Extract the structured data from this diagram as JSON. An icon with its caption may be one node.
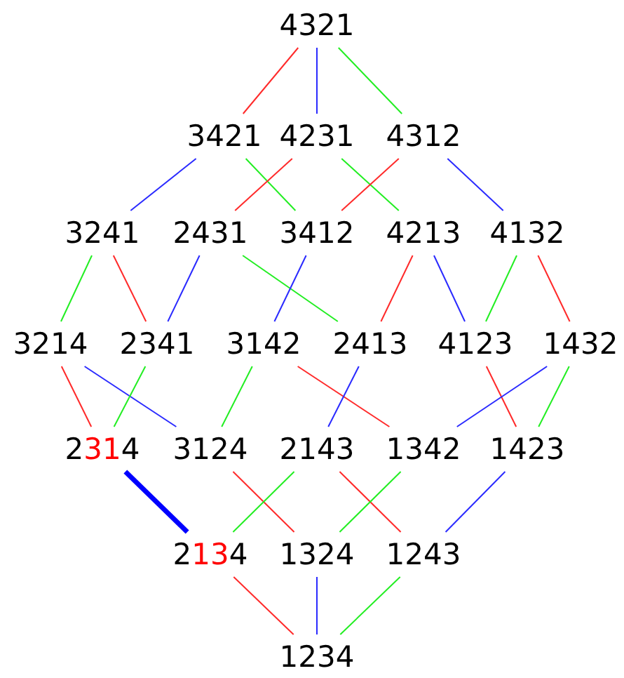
{
  "diagram": {
    "nodes": [
      {
        "text": [
          "4321"
        ]
      },
      {
        "text": [
          "3421"
        ]
      },
      {
        "text": [
          "4231"
        ]
      },
      {
        "text": [
          "4312"
        ]
      },
      {
        "text": [
          "3241"
        ]
      },
      {
        "text": [
          "2431"
        ]
      },
      {
        "text": [
          "3412"
        ]
      },
      {
        "text": [
          "4213"
        ]
      },
      {
        "text": [
          "4132"
        ]
      },
      {
        "text": [
          "3214"
        ]
      },
      {
        "text": [
          "2341"
        ]
      },
      {
        "text": [
          "3142"
        ]
      },
      {
        "text": [
          "2413"
        ]
      },
      {
        "text": [
          "4123"
        ]
      },
      {
        "text": [
          "1432"
        ]
      },
      {
        "text": [
          "2314"
        ]
      },
      {
        "text": [
          "3124"
        ]
      },
      {
        "text": [
          "2143"
        ]
      },
      {
        "text": [
          "1342"
        ]
      },
      {
        "text": [
          "1423"
        ]
      },
      {
        "text": [
          "2134"
        ]
      },
      {
        "text": [
          "1324"
        ]
      },
      {
        "text": [
          "1243"
        ]
      },
      {
        "text": [
          "1234"
        ]
      }
    ],
    "edges": [
      {
        "from": 0,
        "to": 1,
        "arrow": "none",
        "color": "#ff2a2a"
      },
      {
        "from": 0,
        "to": 2,
        "arrow": "none",
        "color": "#2a2aff"
      },
      {
        "from": 0,
        "to": 3,
        "arrow": "none",
        "color": "#22ee22"
      },
      {
        "from": 1,
        "to": 4,
        "arrow": "none",
        "color": "#2a2aff"
      },
      {
        "from": 1,
        "to": 6,
        "arrow": "none",
        "color": "#22ee22"
      },
      {
        "from": 2,
        "to": 5,
        "arrow": "none",
        "color": "#ff2a2a"
      },
      {
        "from": 2,
        "to": 7,
        "arrow": "none",
        "color": "#22ee22"
      },
      {
        "from": 3,
        "to": 6,
        "arrow": "none",
        "color": "#ff2a2a"
      },
      {
        "from": 3,
        "to": 8,
        "arrow": "none",
        "color": "#2a2aff"
      },
      {
        "from": 4,
        "to": 9,
        "arrow": "none",
        "color": "#22ee22"
      },
      {
        "from": 4,
        "to": 10,
        "arrow": "none",
        "color": "#ff2a2a"
      },
      {
        "from": 5,
        "to": 10,
        "arrow": "none",
        "color": "#2a2aff"
      },
      {
        "from": 5,
        "to": 12,
        "arrow": "none",
        "color": "#22ee22"
      },
      {
        "from": 6,
        "to": 11,
        "arrow": "none",
        "color": "#2a2aff"
      },
      {
        "from": 7,
        "to": 12,
        "arrow": "none",
        "color": "#ff2a2a"
      },
      {
        "from": 7,
        "to": 13,
        "arrow": "none",
        "color": "#2a2aff"
      },
      {
        "from": 8,
        "to": 13,
        "arrow": "none",
        "color": "#22ee22"
      },
      {
        "from": 8,
        "to": 14,
        "arrow": "none",
        "color": "#ff2a2a"
      },
      {
        "from": 9,
        "to": 15,
        "arrow": "none",
        "color": "#ff2a2a"
      },
      {
        "from": 9,
        "to": 16,
        "arrow": "none",
        "color": "#2a2aff"
      },
      {
        "from": 10,
        "to": 15,
        "arrow": "none",
        "color": "#22ee22"
      },
      {
        "from": 11,
        "to": 16,
        "arrow": "none",
        "color": "#22ee22"
      },
      {
        "from": 11,
        "to": 18,
        "arrow": "none",
        "color": "#ff2a2a"
      },
      {
        "from": 12,
        "to": 17,
        "arrow": "none",
        "color": "#2a2aff"
      },
      {
        "from": 13,
        "to": 19,
        "arrow": "none",
        "color": "#ff2a2a"
      },
      {
        "from": 14,
        "to": 18,
        "arrow": "none",
        "color": "#2a2aff"
      },
      {
        "from": 14,
        "to": 19,
        "arrow": "none",
        "color": "#22ee22"
      },
      {
        "from": 15,
        "to": 20,
        "arrow": "none",
        "style": "thick",
        "color": "#0000ff"
      },
      {
        "from": 16,
        "to": 21,
        "arrow": "none",
        "color": "#ff2a2a"
      },
      {
        "from": 17,
        "to": 20,
        "arrow": "none",
        "color": "#22ee22"
      },
      {
        "from": 17,
        "to": 22,
        "arrow": "none",
        "color": "#ff2a2a"
      },
      {
        "from": 18,
        "to": 21,
        "arrow": "none",
        "color": "#22ee22"
      },
      {
        "from": 19,
        "to": 22,
        "arrow": "none",
        "color": "#2a2aff"
      },
      {
        "from": 20,
        "to": 23,
        "arrow": "none",
        "color": "#ff2a2a"
      },
      {
        "from": 21,
        "to": 23,
        "arrow": "none",
        "color": "#2a2aff"
      },
      {
        "from": 22,
        "to": 23,
        "arrow": "none",
        "color": "#22ee22"
      }
    ]
  }
}
